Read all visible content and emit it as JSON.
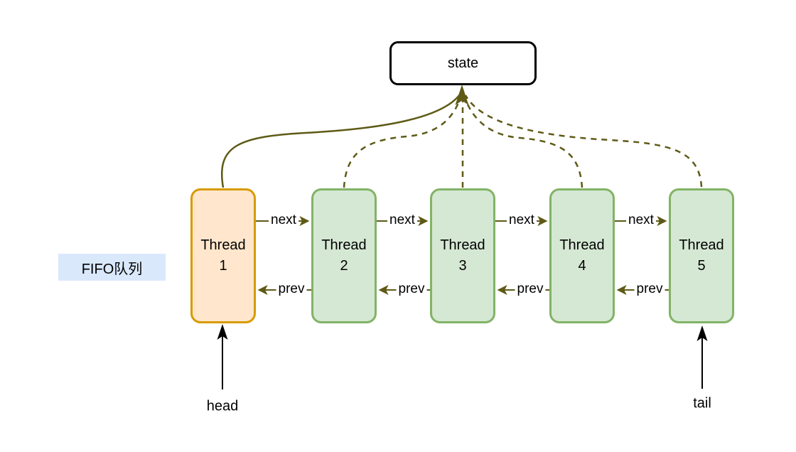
{
  "diagram": {
    "state_box": {
      "label": "state"
    },
    "queue_label": {
      "text": "FIFO队列"
    },
    "threads": [
      {
        "label": "Thread 1",
        "role": "head"
      },
      {
        "label": "Thread 2",
        "role": ""
      },
      {
        "label": "Thread 3",
        "role": ""
      },
      {
        "label": "Thread 4",
        "role": ""
      },
      {
        "label": "Thread 5",
        "role": "tail"
      }
    ],
    "edge_labels": {
      "next": "next",
      "prev": "prev"
    },
    "pointer_labels": {
      "head": "head",
      "tail": "tail"
    },
    "colors": {
      "state_border": "#000000",
      "head_node_border": "#D79B00",
      "head_node_fill": "#FFE6CC",
      "node_border": "#82B366",
      "node_fill": "#D5E8D4",
      "edge_olive": "#5E5A16",
      "queue_label_bg": "#DAE8FC"
    }
  }
}
